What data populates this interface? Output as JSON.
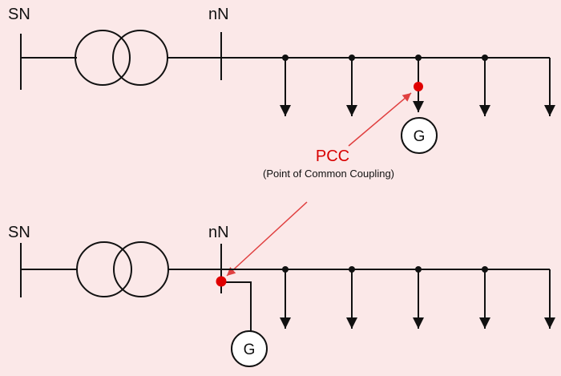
{
  "colors": {
    "background": "#fbe8e8",
    "line": "#111111",
    "pcc_marker": "#e00000",
    "pcc_text": "#d80000",
    "arrow": "#e04040"
  },
  "icons": {
    "transformer": "two-overlapping-circles-icon",
    "generator": "circle-G-icon",
    "load": "down-arrow-icon"
  },
  "top_diagram": {
    "sn_label": "SN",
    "nn_label": "nN",
    "generator_label": "G"
  },
  "bottom_diagram": {
    "sn_label": "SN",
    "nn_label": "nN",
    "generator_label": "G"
  },
  "pcc": {
    "title": "PCC",
    "subtitle": "(Point of Common Coupling)"
  }
}
